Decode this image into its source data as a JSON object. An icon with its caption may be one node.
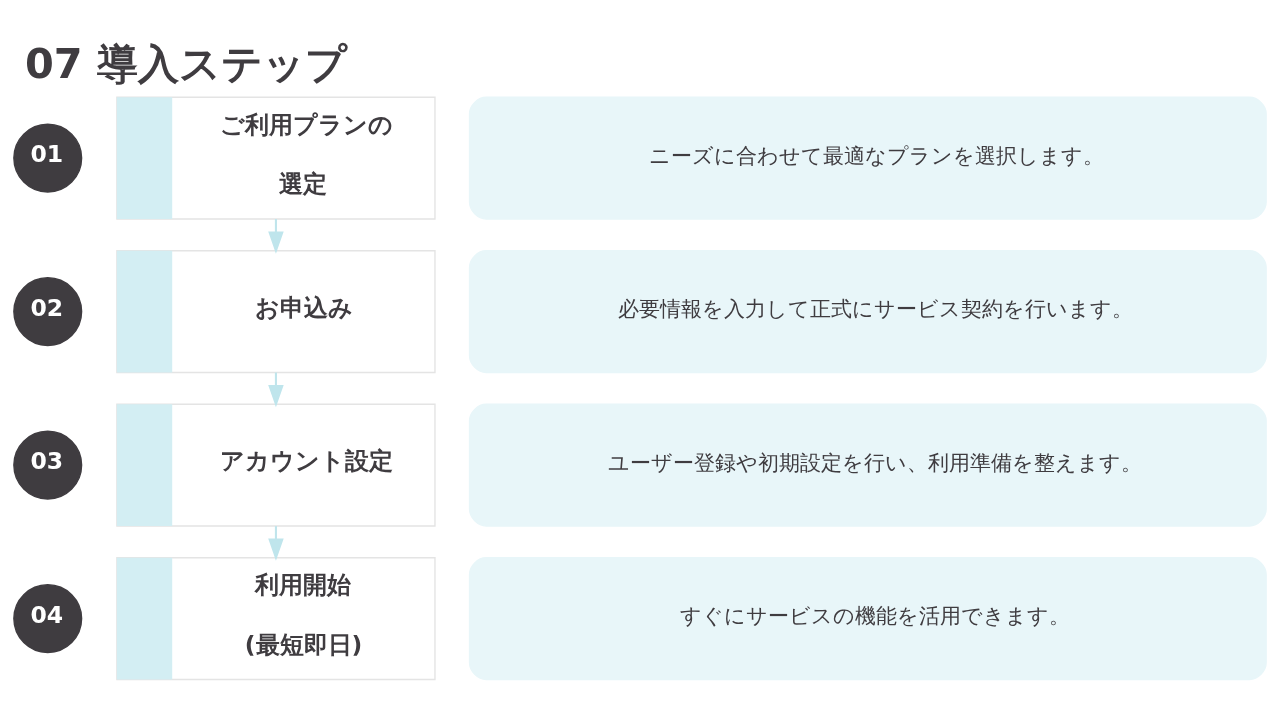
{
  "diagram": {
    "title": "07 導入ステップ",
    "nodes": [
      {
        "text": [
          "01"
        ]
      },
      {
        "text": [
          "ご利用プランの選定"
        ]
      },
      {
        "text": [
          "ニーズに合わせて最適なプランを選択します。"
        ]
      },
      {
        "text": [
          "02"
        ]
      },
      {
        "text": [
          "お申込み"
        ]
      },
      {
        "text": [
          "必要情報を入力して正式にサービス契約を行います。"
        ]
      },
      {
        "text": [
          "03"
        ]
      },
      {
        "text": [
          "アカウント設定"
        ]
      },
      {
        "text": [
          "ユーザー登録や初期設定を行い、利用準備を整えます。"
        ]
      },
      {
        "text": [
          "04"
        ]
      },
      {
        "text": [
          "利用開始(最短即日)"
        ]
      },
      {
        "text": [
          "すぐにサービスの機能を活用できます。"
        ]
      }
    ],
    "edges": [
      {
        "from": 1,
        "to": 4,
        "arrow": "to"
      },
      {
        "from": 4,
        "to": 7,
        "arrow": "to"
      },
      {
        "from": 7,
        "to": 10,
        "arrow": "to"
      }
    ]
  }
}
